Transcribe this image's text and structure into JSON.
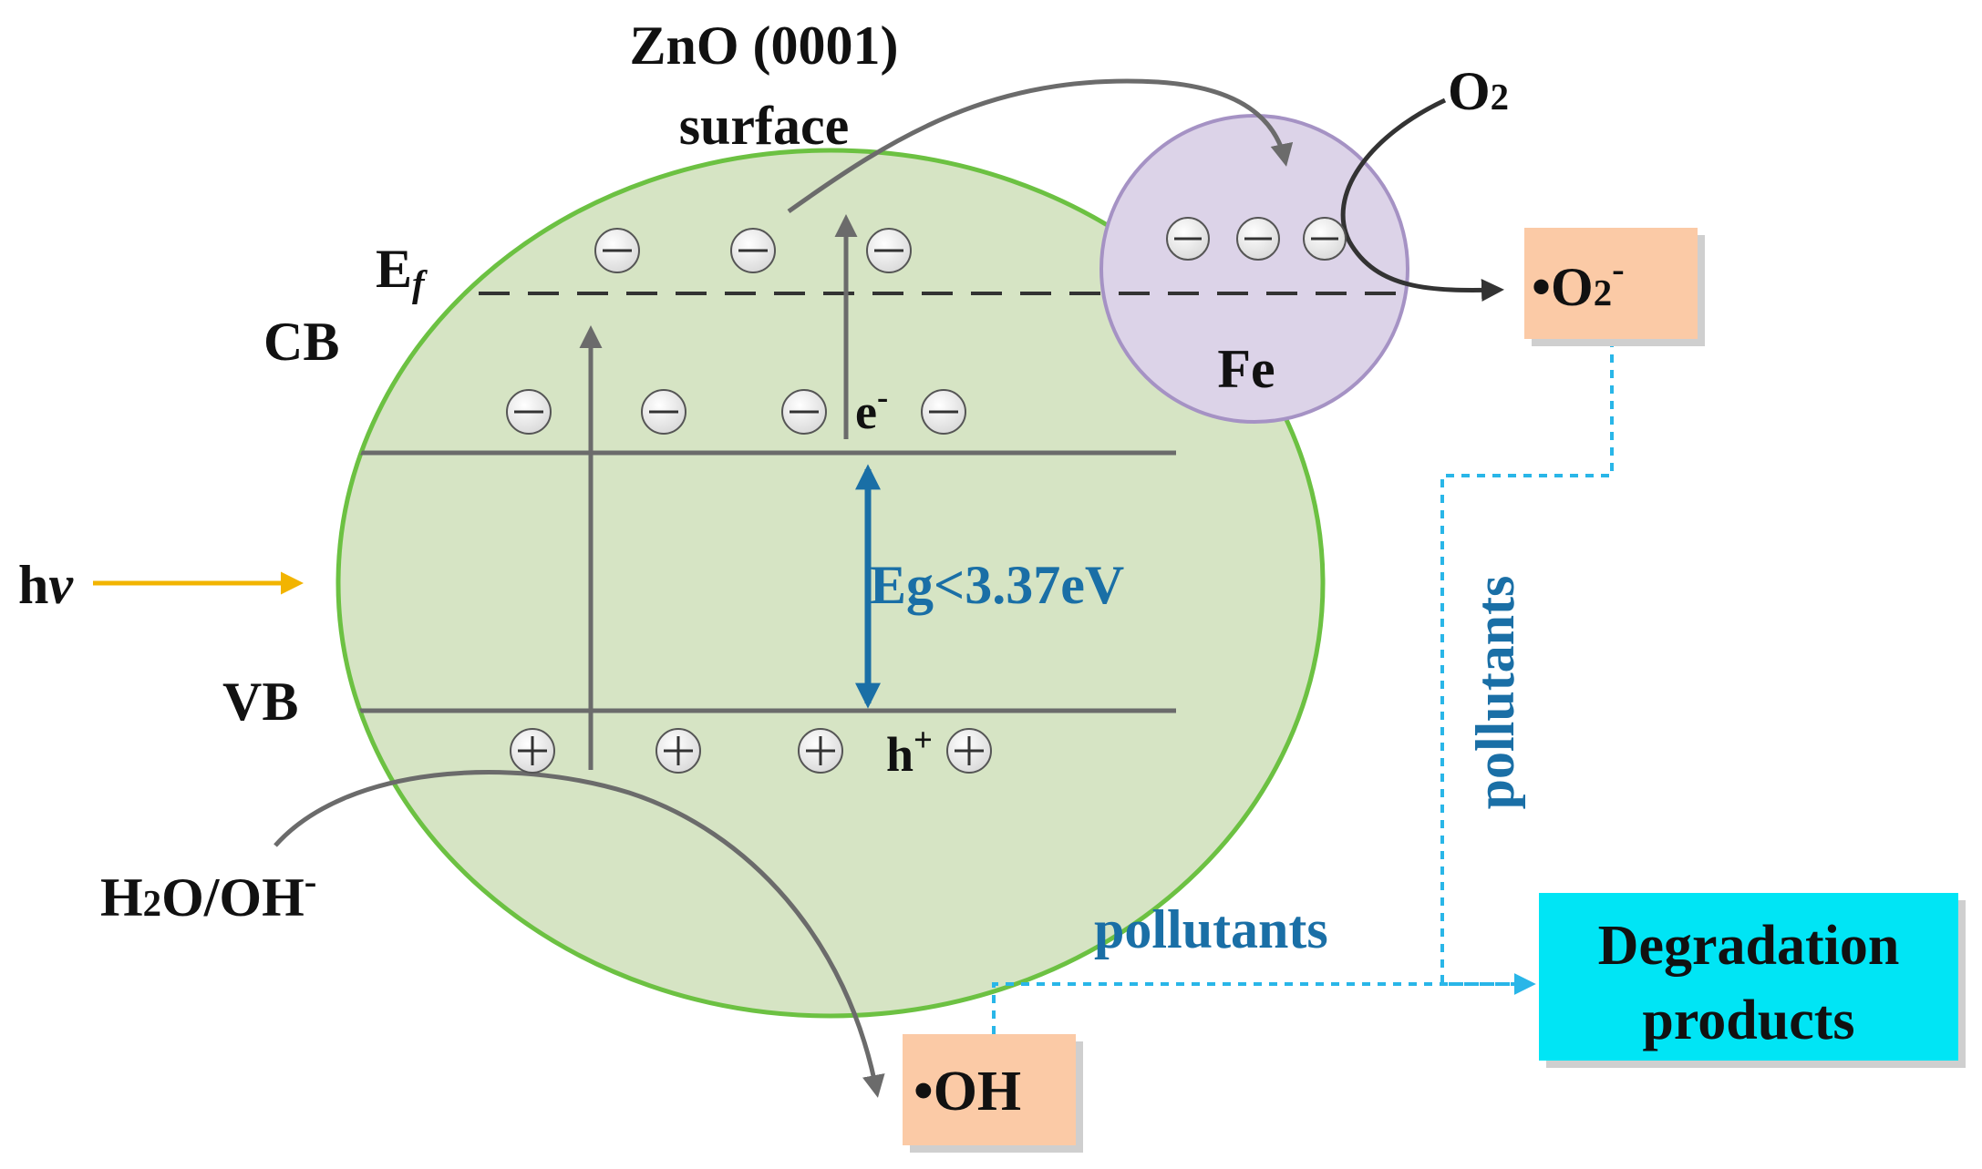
{
  "labels": {
    "surface_line1": "ZnO (0001)",
    "surface_line2": "surface",
    "fermi_main": "E",
    "fermi_sub": "f",
    "cb": "CB",
    "vb": "VB",
    "light_h": "h",
    "light_nu": "ν",
    "electron": "e",
    "electron_sup": "-",
    "hole": "h",
    "hole_sup": "+",
    "band_gap": "Eg<3.37eV",
    "water_pre": "H",
    "water_sub": "2",
    "water_post": "O/OH",
    "water_sup": "-",
    "oxygen": "O",
    "oxygen_sub": "2",
    "metal": "Fe",
    "superoxide_pre": "•O",
    "superoxide_sub": "2",
    "superoxide_sup": "-",
    "hydroxyl": "•OH",
    "pollutants_horizontal": "pollutants",
    "pollutants_vertical": "pollutants",
    "products_line1": "Degradation",
    "products_line2": "products"
  },
  "colors": {
    "zno_fill": "#d6e4c4",
    "zno_stroke": "#6cc142",
    "fe_fill": "#dcd3e8",
    "fe_stroke": "#a592c4",
    "radical_box": "#fbcaa6",
    "products_box": "#00e5f5",
    "light_arrow": "#f2b400",
    "gap_arrow": "#1a6fa6",
    "pollutant_path": "#29b6e8",
    "process_arrow": "#6b6b6b",
    "band_line": "#6b6b6b"
  }
}
